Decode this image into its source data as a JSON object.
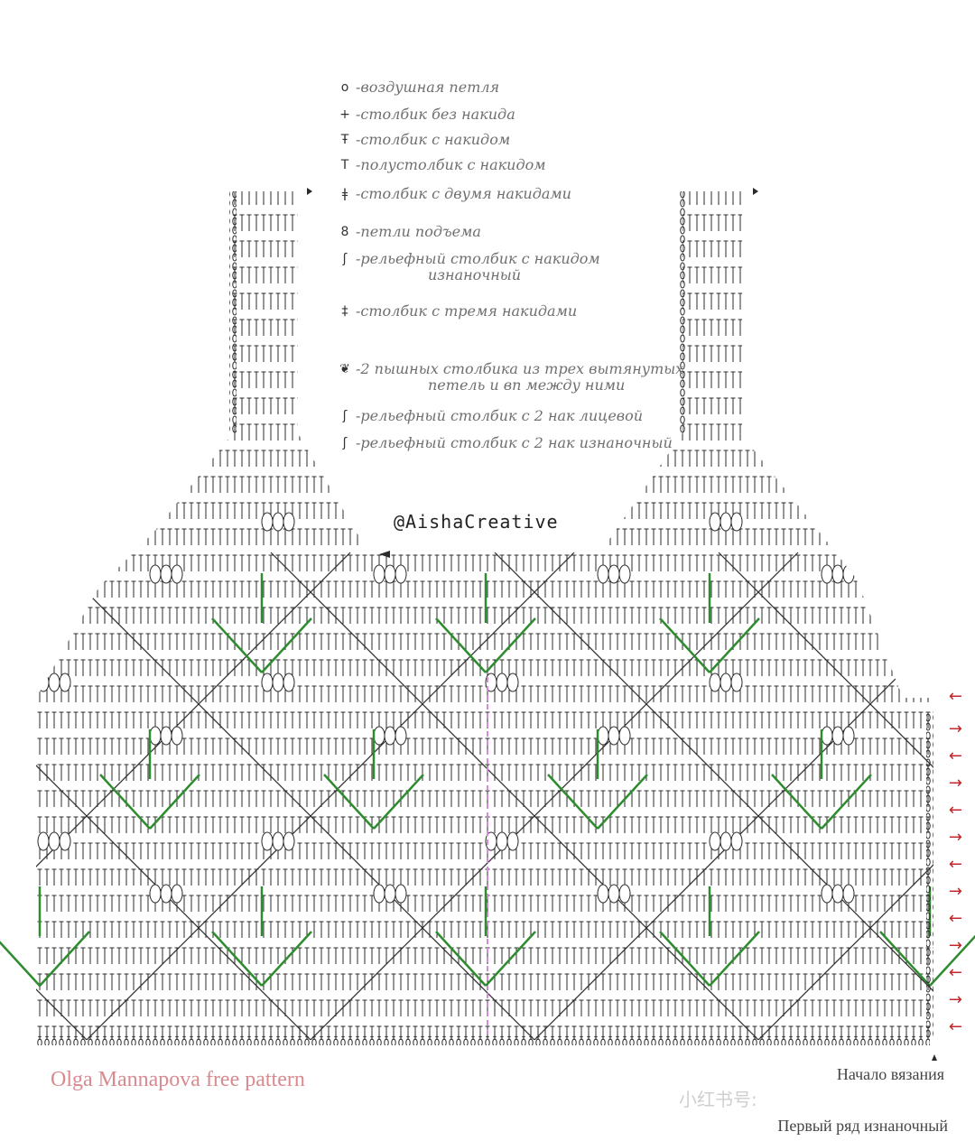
{
  "legend": [
    {
      "symbol": "o",
      "icon": "chain-stitch-icon",
      "text": "-воздушная петля",
      "text2": ""
    },
    {
      "symbol": "+",
      "icon": "single-crochet-icon",
      "text": "-столбик без накида",
      "text2": ""
    },
    {
      "symbol": "Ŧ",
      "icon": "double-crochet-icon",
      "text": "-столбик с накидом",
      "text2": ""
    },
    {
      "symbol": "T",
      "icon": "half-double-crochet-icon",
      "text": "-полустолбик с накидом",
      "text2": ""
    },
    {
      "symbol": "ǂ",
      "icon": "treble-crochet-icon",
      "text": "-столбик с двумя накидами",
      "text2": ""
    },
    {
      "symbol": "8",
      "icon": "turning-chain-icon",
      "text": "-петли подъема",
      "text2": ""
    },
    {
      "symbol": "ʃ",
      "icon": "back-post-dc-icon",
      "text": "-рельефный столбик с накидом",
      "text2": "изнаночный"
    },
    {
      "symbol": "‡",
      "icon": "triple-treble-icon",
      "text": "-столбик с тремя накидами",
      "text2": ""
    },
    {
      "symbol": "❦",
      "icon": "puff-stitch-icon",
      "text": "-2 пышных столбика из трех вытянутых",
      "text2": "петель и вп между ними"
    },
    {
      "symbol": "ʃ",
      "icon": "front-post-tr-icon",
      "text": "-рельефный столбик с 2 нак лицевой",
      "text2": ""
    },
    {
      "symbol": "ʃ",
      "icon": "back-post-tr-icon",
      "text": "-рельефный столбик с 2 нак изнаночный",
      "text2": ""
    }
  ],
  "brand": "@AishaCreative",
  "credit": "Olga Mannapova free pattern",
  "start_label": "Начало вязания",
  "first_row_label": "Первый ряд изнаночный",
  "watermark": "小红书号:",
  "colors": {
    "ink": "#2b2b2b",
    "accent_green": "#2e8b2e",
    "center_line": "#d58bd9",
    "arrow_red": "#c0282d",
    "credit": "#d98a8f"
  }
}
